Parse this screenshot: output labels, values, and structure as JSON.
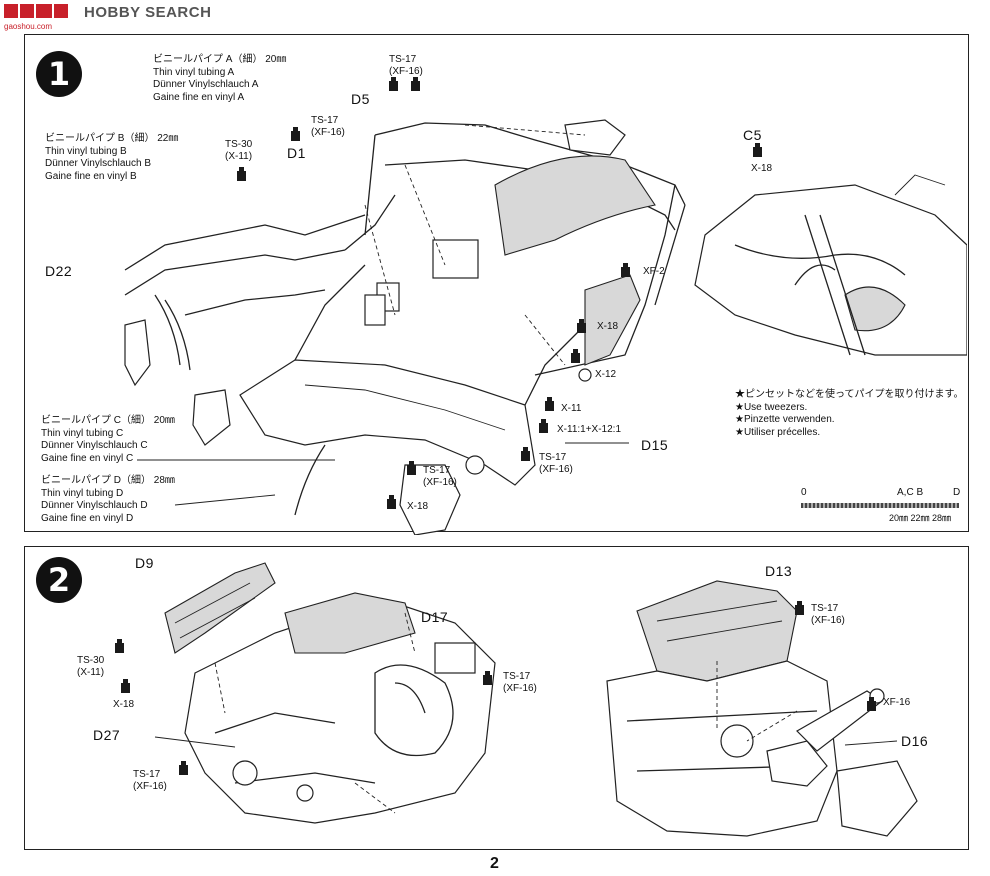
{
  "watermark": {
    "brand": "HOBBY SEARCH",
    "site": "gaoshou.com"
  },
  "step1": {
    "number": "1",
    "tubes": {
      "a": {
        "jp": "ビニールパイプ A（細） 20㎜",
        "en": "Thin vinyl tubing A",
        "de": "Dünner Vinylschlauch A",
        "fr": "Gaine fine en vinyl A"
      },
      "b": {
        "jp": "ビニールパイプ B（細） 22㎜",
        "en": "Thin vinyl tubing B",
        "de": "Dünner Vinylschlauch B",
        "fr": "Gaine fine en vinyl B"
      },
      "c": {
        "jp": "ビニールパイプ C（細） 20㎜",
        "en": "Thin vinyl tubing C",
        "de": "Dünner Vinylschlauch C",
        "fr": "Gaine fine en vinyl C"
      },
      "d": {
        "jp": "ビニールパイプ D（細） 28㎜",
        "en": "Thin vinyl tubing D",
        "de": "Dünner Vinylschlauch D",
        "fr": "Gaine fine en vinyl D"
      }
    },
    "parts": {
      "d5": "D5",
      "d1": "D1",
      "d22": "D22",
      "c5": "C5",
      "d15": "D15"
    },
    "paints": {
      "ts17_top": [
        "TS-17",
        "(XF-16)"
      ],
      "ts17_mid": [
        "TS-17",
        "(XF-16)"
      ],
      "ts30": [
        "TS-30",
        "(X-11)"
      ],
      "c5_x18": "X-18",
      "xf2": "XF-2",
      "x18_right": "X-18",
      "x12": "X-12",
      "x11": "X-11",
      "x11x12": "X-11:1+X-12:1",
      "ts17_bottom_right": [
        "TS-17",
        "(XF-16)"
      ],
      "ts17_bottom": [
        "TS-17",
        "(XF-16)"
      ],
      "x18_bottom": "X-18"
    },
    "notes": {
      "jp": "★ピンセットなどを使ってパイプを取り付けます。",
      "en": "★Use tweezers.",
      "de": "★Pinzette verwenden.",
      "fr": "★Utiliser précelles."
    },
    "scale": {
      "zero": "0",
      "abc": "A,C B",
      "d": "D",
      "lengths": "20㎜ 22㎜ 28㎜"
    }
  },
  "step2": {
    "number": "2",
    "parts": {
      "d9": "D9",
      "d17": "D17",
      "d27": "D27",
      "d13": "D13",
      "d16": "D16"
    },
    "paints": {
      "ts30": [
        "TS-30",
        "(X-11)"
      ],
      "x18": "X-18",
      "ts17_d17": [
        "TS-17",
        "(XF-16)"
      ],
      "ts17_d27": [
        "TS-17",
        "(XF-16)"
      ],
      "ts17_d13": [
        "TS-17",
        "(XF-16)"
      ],
      "xf16": "XF-16"
    }
  },
  "page_number": "2"
}
